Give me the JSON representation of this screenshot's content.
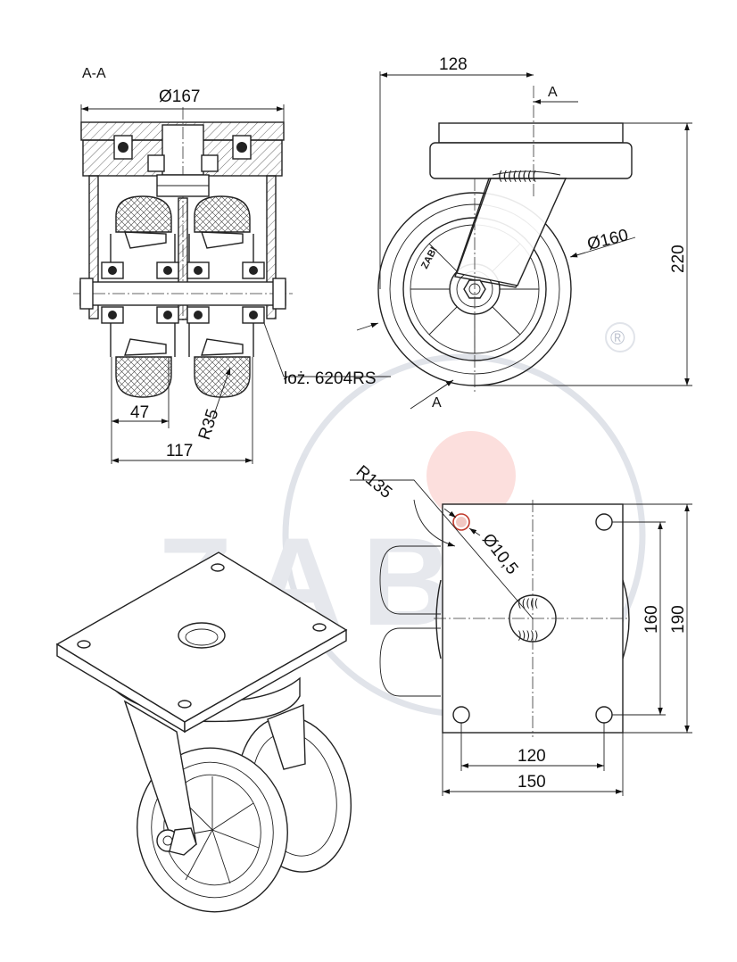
{
  "section_label": "A-A",
  "dimensions": {
    "plate_diameter": "Ø167",
    "width_128": "128",
    "height_220": "220",
    "wheel_diameter": "Ø160",
    "wheel_width_47": "47",
    "radius_r35": "R35",
    "overall_width_117": "117",
    "swivel_radius": "R135",
    "hole_diameter": "Ø10,5",
    "hole_spacing_160": "160",
    "plate_length_190": "190",
    "hole_spacing_120": "120",
    "plate_width_150": "150"
  },
  "section_marks": {
    "upper": "A",
    "lower": "A"
  },
  "bearing_note": "łoż. 6204RS",
  "wheel_brand": "ZABI",
  "registered_mark": "®",
  "watermark_text": "ZABI",
  "colors": {
    "line": "#222222",
    "watermark": "#c8cdd8",
    "watermark_dot": "#f2584e",
    "hole_highlight": "#c0392b"
  }
}
